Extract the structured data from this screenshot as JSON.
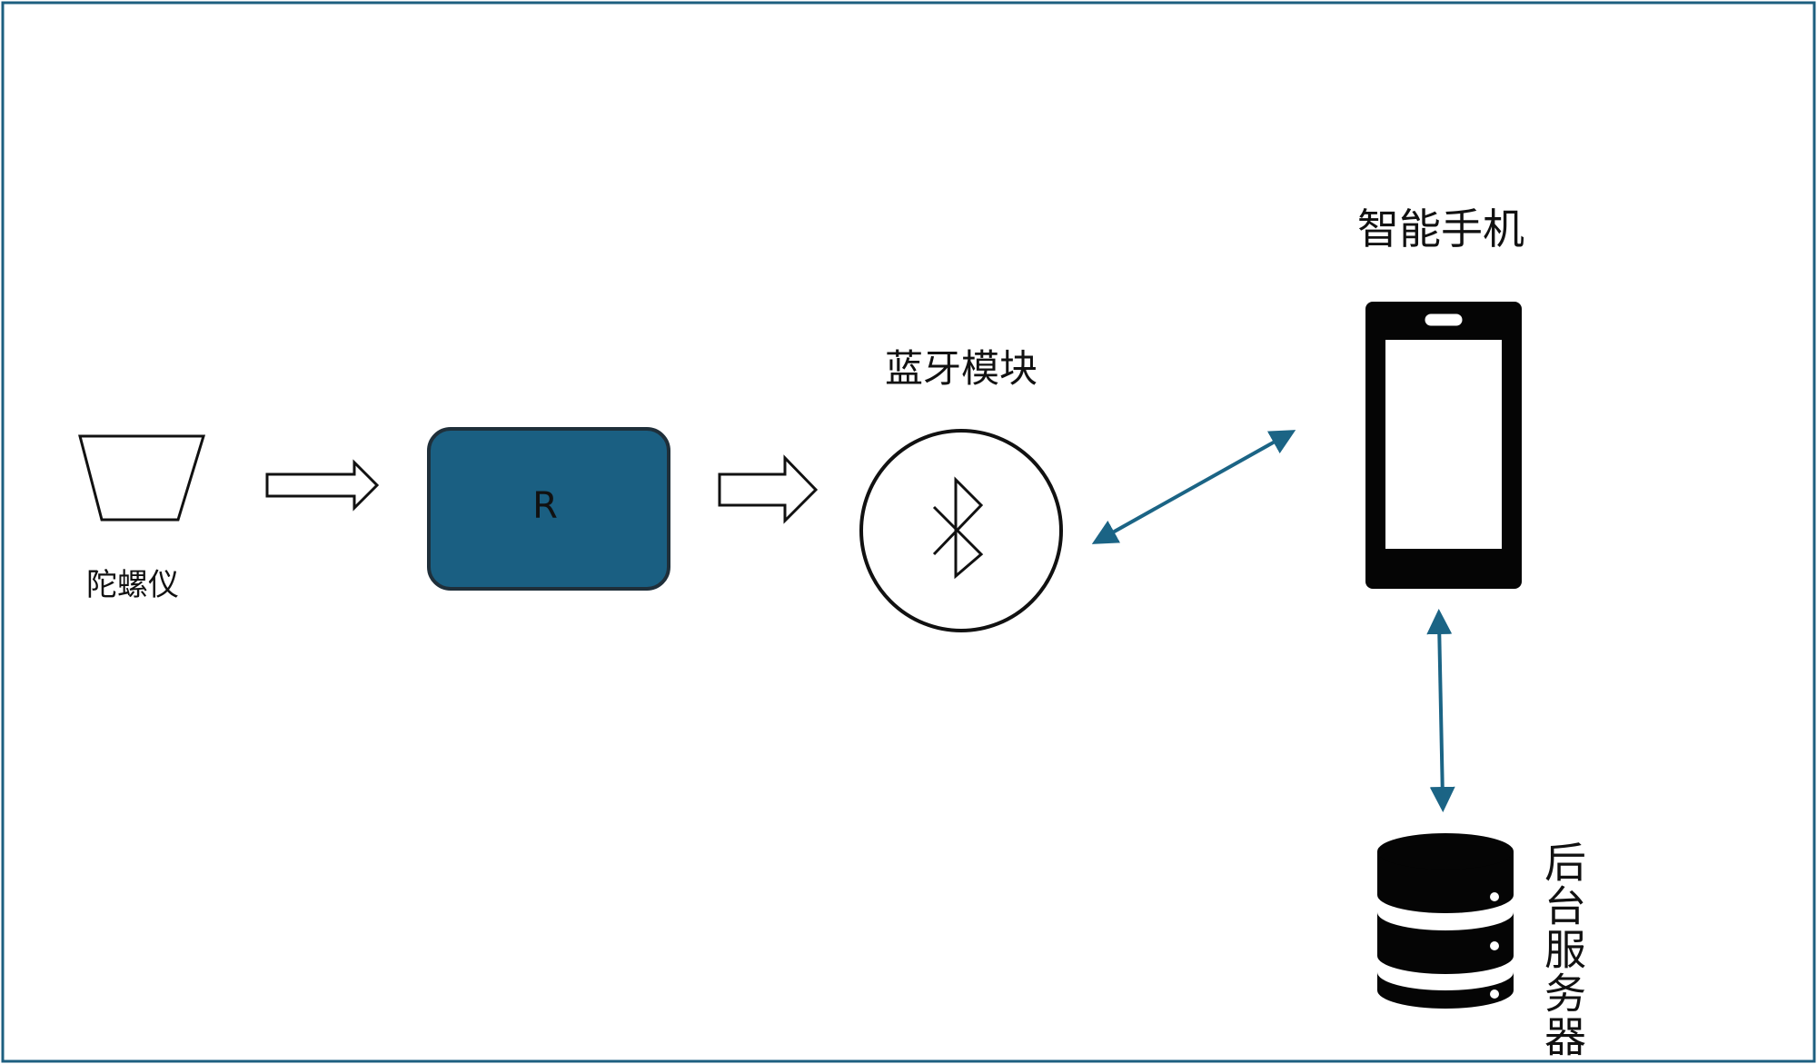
{
  "diagram": {
    "nodes": {
      "gyroscope": {
        "label": "陀螺仪"
      },
      "controller": {
        "label": "R"
      },
      "bluetooth": {
        "label": "蓝牙模块"
      },
      "phone": {
        "label": "智能手机"
      },
      "server": {
        "label": "后台服务器"
      }
    },
    "colors": {
      "frame": "#1d5f80",
      "controller_fill": "#1a5f82",
      "controller_stroke": "#1f2f3a",
      "link_arrow": "#1b6485",
      "device_black": "#050505"
    },
    "edges": [
      {
        "from": "gyroscope",
        "to": "controller",
        "style": "hollow-arrow"
      },
      {
        "from": "controller",
        "to": "bluetooth",
        "style": "hollow-arrow"
      },
      {
        "from": "bluetooth",
        "to": "phone",
        "style": "double-arrow"
      },
      {
        "from": "phone",
        "to": "server",
        "style": "double-arrow"
      }
    ]
  }
}
